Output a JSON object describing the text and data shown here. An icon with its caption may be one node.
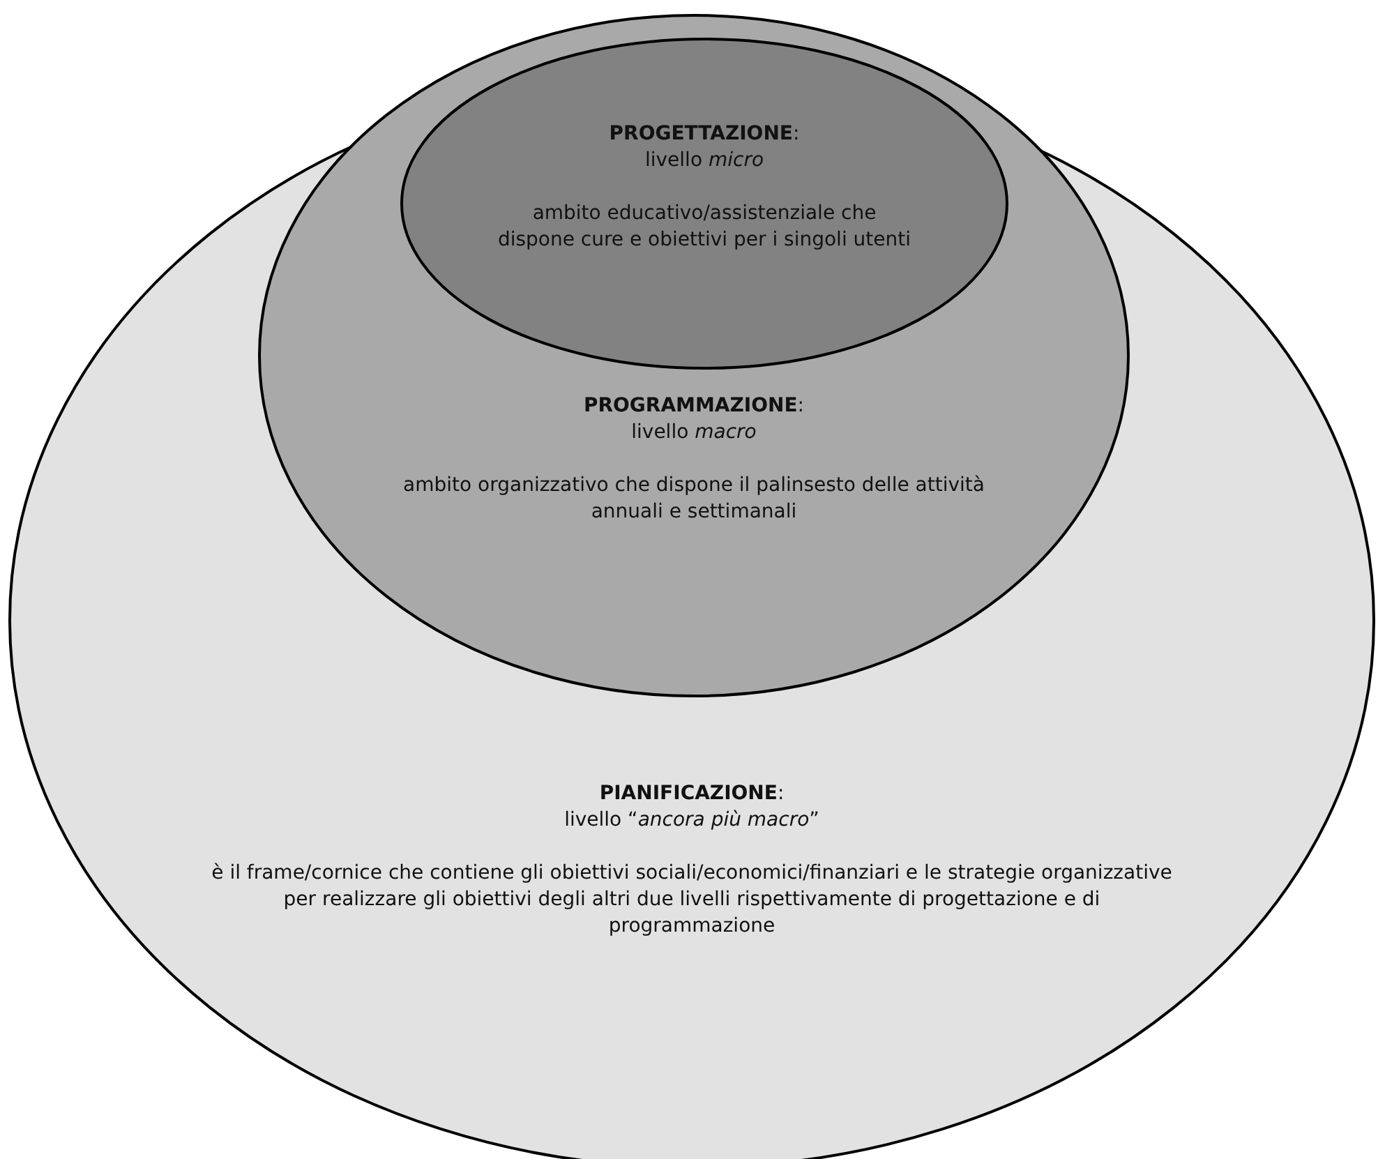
{
  "diagram": {
    "nodes": [
      {
        "text": [
          "**PIANIFICAZIONE**:",
          "livello “*ancora più macro*”",
          "è il frame/cornice che contiene gli obiettivi sociali/economici/finanziari e le strategie organizzative per realizzare gli obiettivi degli altri due livelli rispettivamente di progettazione e di programmazione"
        ]
      },
      {
        "text": [
          "**PROGRAMMAZIONE**:",
          "livello *macro*",
          "ambito organizzativo che dispone il palinsesto delle attività annuali e settimanali"
        ],
        "in": 0
      },
      {
        "text": [
          "**PROGETTAZIONE**:",
          "livello *micro*",
          "ambito educativo/assistenziale che dispone cure e obiettivi per i singoli utenti"
        ],
        "in": 1
      }
    ]
  }
}
